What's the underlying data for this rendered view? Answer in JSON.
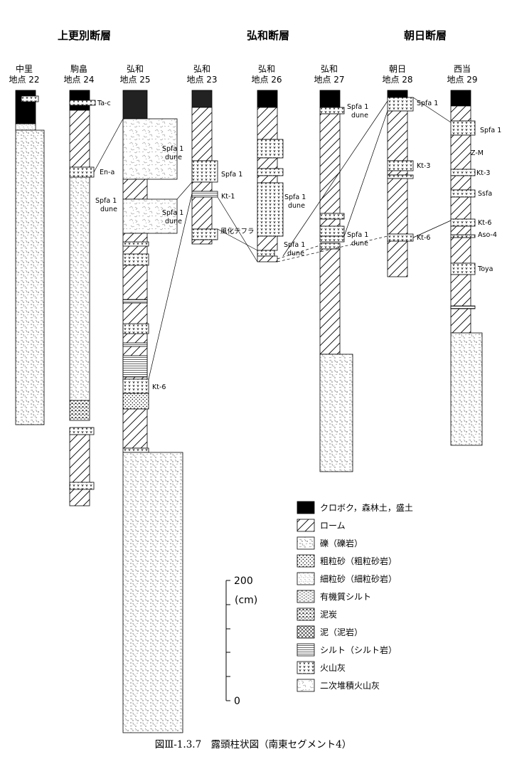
{
  "faults": {
    "kamisarabetsu": "上更別断層",
    "kowa": "弘和断層",
    "asahi": "朝日断層"
  },
  "columns": [
    {
      "id": "22",
      "name": "中里",
      "point": "地点 22"
    },
    {
      "id": "24",
      "name": "駒畠",
      "point": "地点 24"
    },
    {
      "id": "25",
      "name": "弘和",
      "point": "地点 25"
    },
    {
      "id": "23",
      "name": "弘和",
      "point": "地点 23"
    },
    {
      "id": "26",
      "name": "弘和",
      "point": "地点 26"
    },
    {
      "id": "27",
      "name": "弘和",
      "point": "地点 27"
    },
    {
      "id": "28",
      "name": "朝日",
      "point": "地点 28"
    },
    {
      "id": "29",
      "name": "西当",
      "point": "地点 29"
    }
  ],
  "labels": {
    "ta_c": "Ta-c",
    "en_a": "En-a",
    "spfa1": "Spfa 1",
    "dune": "dune",
    "kt1": "Kt-1",
    "kt3": "Kt-3",
    "kt6": "Kt-6",
    "zm": "Z-M",
    "ssfa": "Ssfa",
    "aso4": "Aso-4",
    "toya": "Toya",
    "fuka": "風化テフラ"
  },
  "legend": [
    {
      "pattern": "black",
      "label": "クロボク，森林土，盛土"
    },
    {
      "pattern": "loam",
      "label": "ローム"
    },
    {
      "pattern": "gravel",
      "label": "礫（礫岩）"
    },
    {
      "pattern": "coarse",
      "label": "粗粒砂（粗粒砂岩）"
    },
    {
      "pattern": "fine",
      "label": "細粒砂（細粒砂岩）"
    },
    {
      "pattern": "orgsilt",
      "label": "有機質シルト"
    },
    {
      "pattern": "peat",
      "label": "泥炭"
    },
    {
      "pattern": "mud",
      "label": "泥（泥岩）"
    },
    {
      "pattern": "silt",
      "label": "シルト（シルト岩）"
    },
    {
      "pattern": "ash",
      "label": "火山灰"
    },
    {
      "pattern": "secash",
      "label": "二次堆積火山灰"
    }
  ],
  "scale": {
    "top": "200",
    "unit": "(cm)",
    "bottom": "0"
  },
  "caption": "図Ⅲ-1.3.7　露頭柱状図（南東セグメント4）"
}
